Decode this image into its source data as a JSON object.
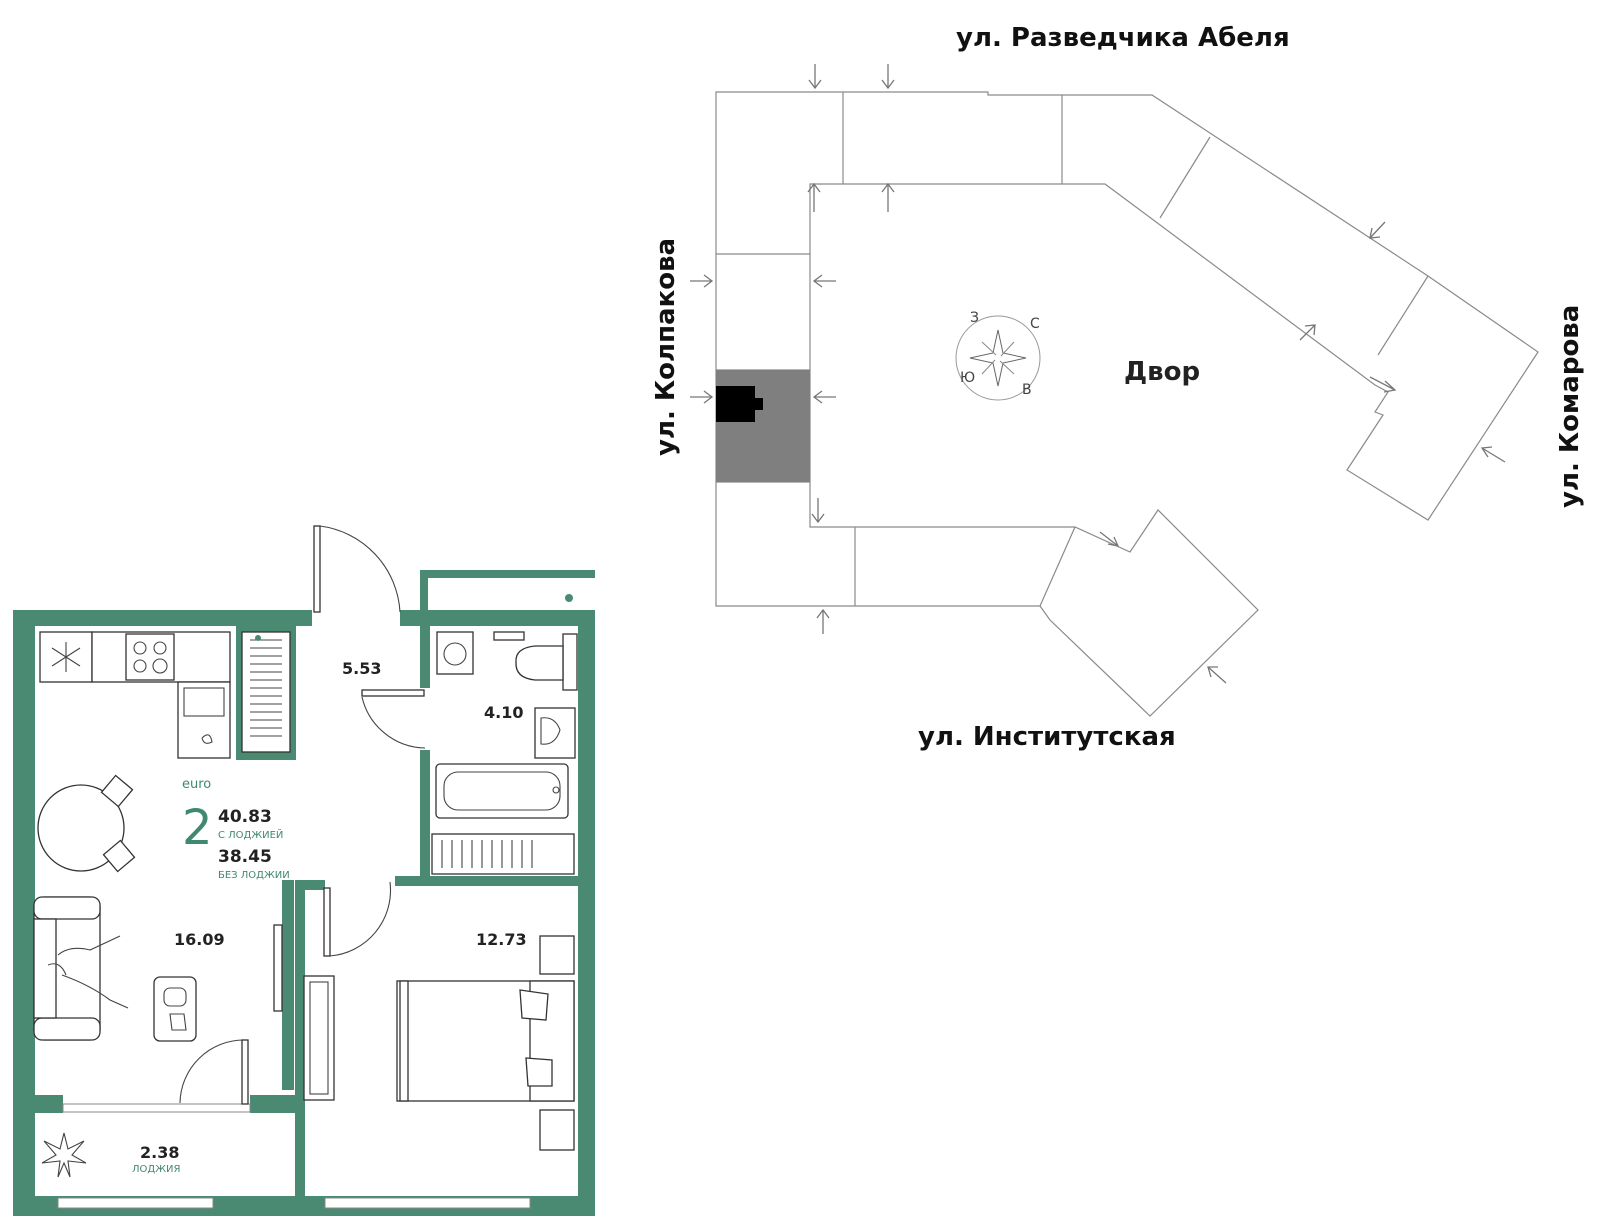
{
  "site_plan": {
    "streets": {
      "north": "ул. Разведчика Абеля",
      "west": "ул. Колпакова",
      "east": "ул. Комарова",
      "south": "ул. Институтская"
    },
    "yard_label": "Двор",
    "compass": {
      "north": "С",
      "west": "З",
      "south": "Ю",
      "east": "В"
    }
  },
  "apartment": {
    "type_label": "euro",
    "rooms_count": "2",
    "area_with_loggia": "40.83",
    "area_with_loggia_caption": "С ЛОДЖИЕЙ",
    "area_without_loggia": "38.45",
    "area_without_loggia_caption": "БЕЗ ЛОДЖИИ",
    "rooms": {
      "hall": "5.53",
      "bathroom": "4.10",
      "living_kitchen": "16.09",
      "bedroom": "12.73",
      "loggia": "2.38",
      "loggia_caption": "ЛОДЖИЯ"
    }
  },
  "colors": {
    "wall": "#4a8a73",
    "accent_text": "#3f8a6f",
    "highlight": "#7f7f7f"
  }
}
